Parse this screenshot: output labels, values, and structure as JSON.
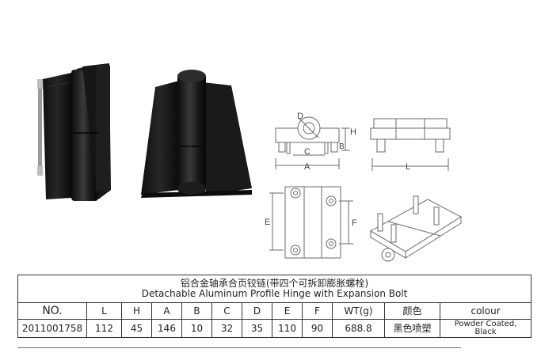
{
  "product": {
    "title_cn": "铝合金轴承合页铰链(带四个可拆卸膨胀螺栓)",
    "title_en": "Detachable Aluminum Profile Hinge with Expansion Bolt"
  },
  "drawing_labels": {
    "d": "D",
    "h": "H",
    "b": "B",
    "c": "C",
    "a": "A",
    "l": "L",
    "e": "E",
    "f": "F"
  },
  "table": {
    "headers": [
      "NO.",
      "L",
      "H",
      "A",
      "B",
      "C",
      "D",
      "E",
      "F",
      "WT(g)",
      "颜色",
      "colour"
    ],
    "row": [
      "2011001758",
      "112",
      "45",
      "146",
      "10",
      "32",
      "35",
      "110",
      "90",
      "688.8",
      "黑色喷塑",
      "Powder Coated, Black"
    ],
    "colour_line1": "Powder Coated,",
    "colour_line2": "Black"
  },
  "colors": {
    "product": "#1b1b1b",
    "drawing_line": "#6a6a6a",
    "table_border": "#333333"
  }
}
